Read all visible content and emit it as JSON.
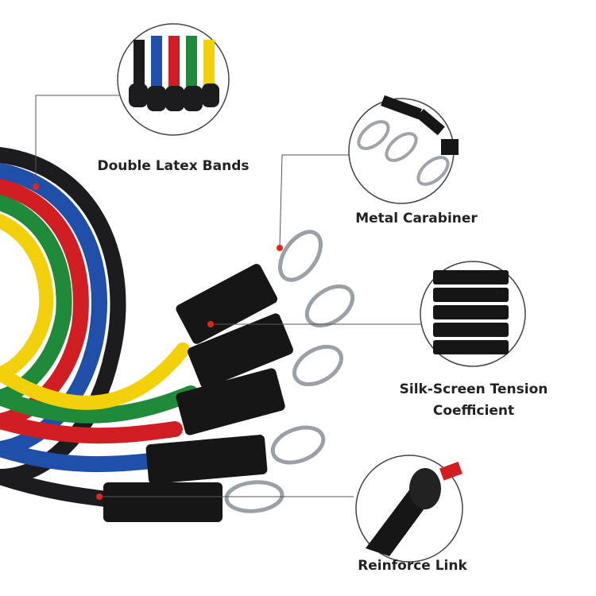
{
  "labels": {
    "bands": "Double Latex Bands",
    "carabiner": "Metal Carabiner",
    "tension_line1": "Silk-Screen Tension",
    "tension_line2": "Coefficient",
    "reinforce": "Reinforce Link"
  },
  "colors": {
    "black": "#1c1c1e",
    "blue": "#1f4fa8",
    "red": "#d01e23",
    "green": "#1f8a3a",
    "yellow": "#f2d10a",
    "accent_dot": "#e0261d",
    "leader": "#555555"
  }
}
